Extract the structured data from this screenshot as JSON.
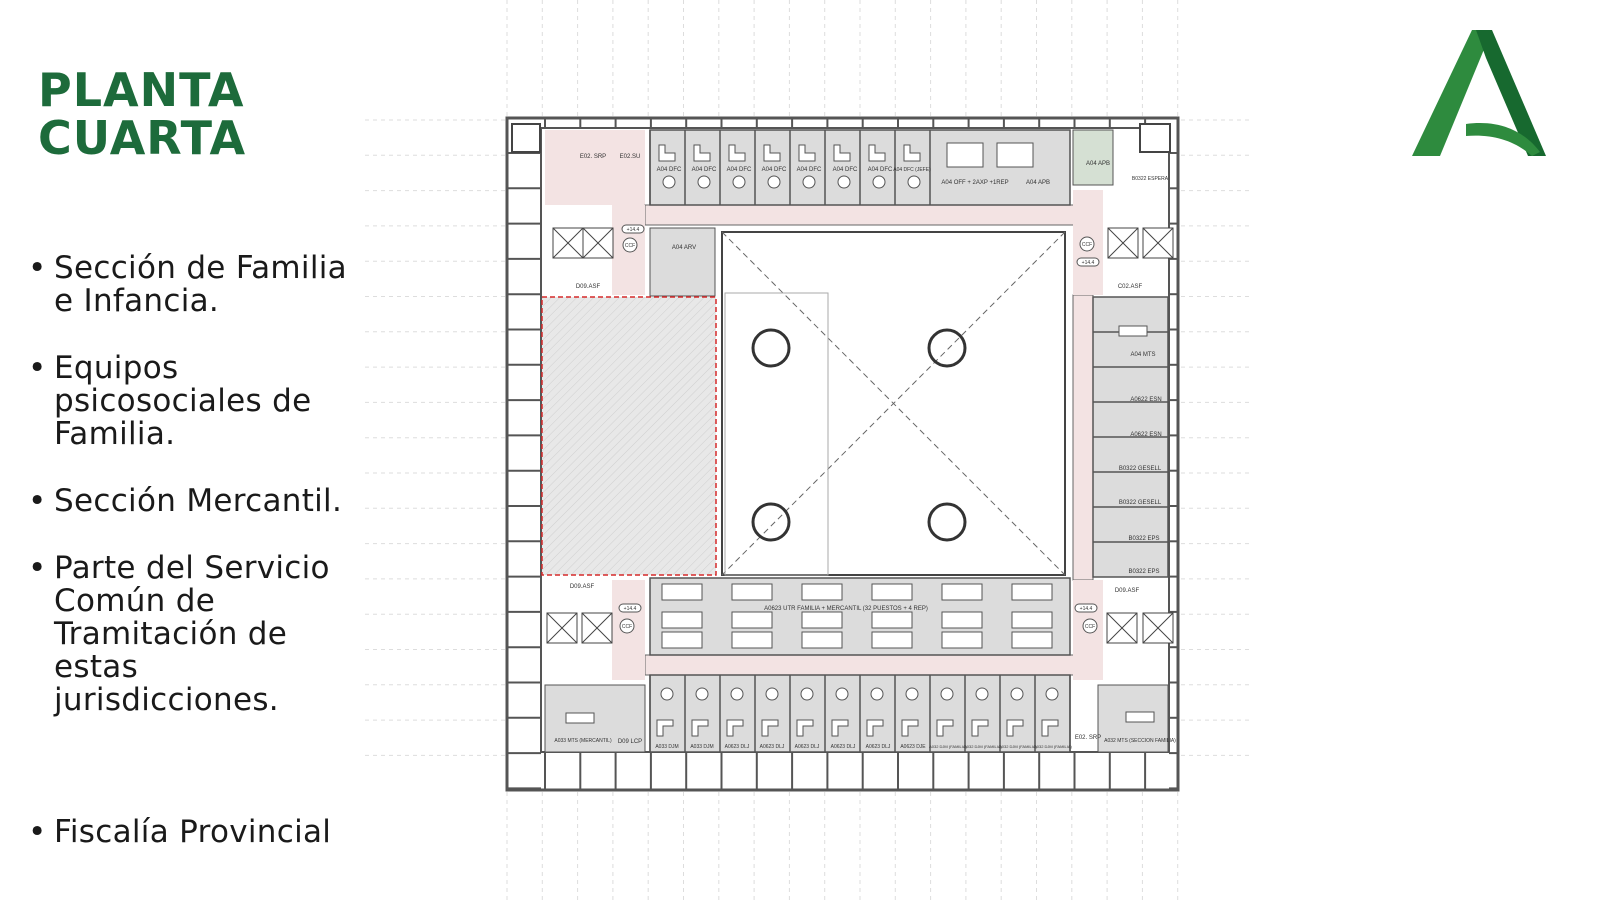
{
  "slide": {
    "title_line1": "PLANTA",
    "title_line2": "CUARTA",
    "bullets": [
      "Sección de Familia e Infancia.",
      "Equipos psicosociales de Familia.",
      "Sección Mercantil.",
      "Parte del Servicio Común de Tramitación de estas jurisdicciones.",
      "Fiscalía Provincial"
    ],
    "logo_letter": "A"
  },
  "colors": {
    "title_green": "#1d6b3b",
    "logo_light_green": "#2e8b3e",
    "logo_dark_green": "#17692f",
    "corridor_pink": "#f3e3e3",
    "room_grey": "#dcdcdc",
    "highlight_red": "#d62a2a"
  },
  "plan": {
    "top_rooms": [
      "E02. SRP",
      "E02.SU",
      "A04 DFC",
      "A04 DFC",
      "A04 DFC",
      "A04 DFC",
      "A04 DFC",
      "A04 DFC",
      "A04 DFC",
      "A04 DFC (JEFE)",
      "A04 OFF + 2AXP +1REP",
      "A04 APB",
      "A04 APB",
      "B0322 ESPERA"
    ],
    "cores": [
      "A04 ARV",
      "D09.ASF",
      "C02.ASF",
      "D09.ASF",
      "D09.ASF",
      "CCF",
      "+14.4"
    ],
    "right_rooms": [
      "A04 MTS",
      "A0622 ESN",
      "A0622 ESN",
      "B0322 GESELL",
      "B0322 GESELL",
      "B0322 EPS",
      "B0322 EPS"
    ],
    "open_office": "A0623 UTR FAMILIA + MERCANTIL (32 PUESTOS + 4 REP)",
    "bottom_rooms": [
      "A033 MTS (MERCANTIL)",
      "D09 LCP",
      "A033 DJM",
      "A033 DJM",
      "A0623 DLJ",
      "A0623 DLJ",
      "A0623 DLJ",
      "A0623 DLJ",
      "A0623 DLJ",
      "A0623 DJE",
      "A032 DJM (FAMILIA)",
      "A032 DJM (FAMILIA)",
      "A032 DJM (FAMILIA)",
      "A032 DJM (FAMILIA)",
      "E02. SRP",
      "A032 MTS (SECCION FAMILIA)"
    ]
  }
}
